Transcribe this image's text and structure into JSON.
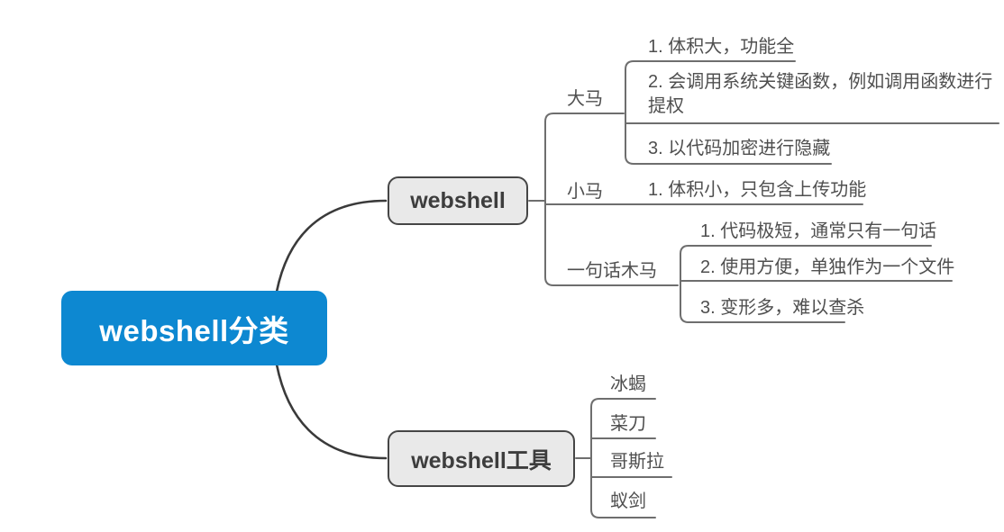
{
  "colors": {
    "root_fill": "#0d88d1",
    "root_text": "#ffffff",
    "topic_fill": "#e9e9e9",
    "topic_border": "#464646",
    "line": "#6e6e6e",
    "main_line": "#3a3a3a",
    "text": "#4f4f4f"
  },
  "root": {
    "label": "webshell分类"
  },
  "branches": [
    {
      "label": "webshell",
      "children": [
        {
          "label": "大马",
          "items": [
            "1. 体积大，功能全",
            "2. 会调用系统关键函数，例如调用函数进行提权",
            "3. 以代码加密进行隐藏"
          ]
        },
        {
          "label": "小马",
          "items": [
            "1. 体积小，只包含上传功能"
          ]
        },
        {
          "label": "一句话木马",
          "items": [
            "1. 代码极短，通常只有一句话",
            "2. 使用方便，单独作为一个文件",
            "3. 变形多，难以查杀"
          ]
        }
      ]
    },
    {
      "label": "webshell工具",
      "children": [
        {
          "label": "冰蝎"
        },
        {
          "label": "菜刀"
        },
        {
          "label": "哥斯拉"
        },
        {
          "label": "蚁剑"
        }
      ]
    }
  ]
}
